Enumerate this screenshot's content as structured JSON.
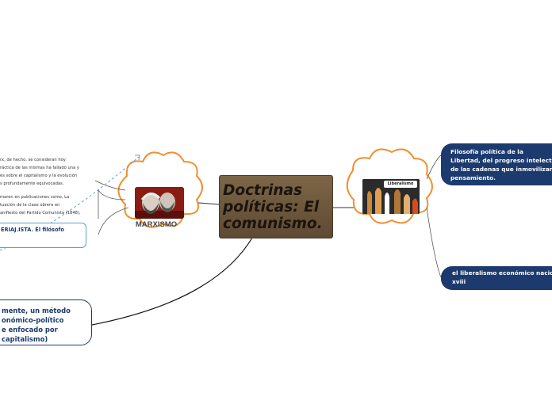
{
  "central": {
    "line1": "Doctrinas",
    "line2": "políticas: El",
    "line3": "comunismo."
  },
  "marxismo": {
    "label": "MARXISMO",
    "note1": [
      "rx, de hecho, se consideran hoy",
      "ráctica de las mismas ha fallado una y",
      "es sobre el capitalismo y la evolución",
      "s profundamente equivocadas."
    ],
    "note2": [
      "maron en publicaciones como, La",
      "tuación de la clase obrera en",
      "anifiesto del Partido Comunista (1848),"
    ],
    "note3": "ERIAJ.ISTA. Él filósofo"
  },
  "bottom_left": {
    "lines": [
      "mente, un método",
      "onómico-político",
      "e enfocado por",
      "capitalismo)"
    ]
  },
  "liberalismo": {
    "image_label": "Liberalismo",
    "top_lines": [
      "Filosofía política de la",
      "Libertad, del progreso intelectua",
      "de las cadenas que inmovilizan a",
      "pensamiento."
    ],
    "bottom_lines": [
      "el liberalismo económico nacido",
      "xviii"
    ]
  },
  "colors": {
    "cloud_border": "#f0902e",
    "central_bg": "#6b5538",
    "navy": "#1c3a6e",
    "blue_dashed": "#5aa0d8"
  }
}
